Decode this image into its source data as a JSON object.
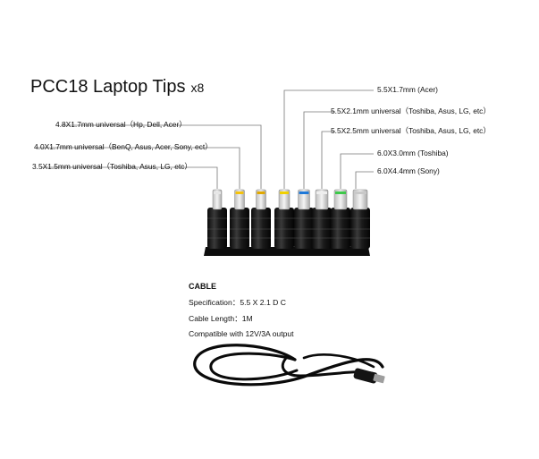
{
  "title": {
    "text": "PCC18 Laptop Tips",
    "qty": "x8"
  },
  "tips": [
    {
      "label": "3.5X1.5mm universal（Toshiba, Asus, LG, etc）",
      "band": "#e6e6e6"
    },
    {
      "label": "4.0X1.7mm universal（BenQ, Asus, Acer, Sony, ect）",
      "band": "#f4c20d"
    },
    {
      "label": "4.8X1.7mm universal（Hp, Dell, Acer）",
      "band": "#e0a800"
    },
    {
      "label": "5.5X1.7mm (Acer)",
      "band": "#f0d000"
    },
    {
      "label": "5.5X2.1mm universal（Toshiba, Asus, LG, etc）",
      "band": "#1e78d8"
    },
    {
      "label": "5.5X2.5mm universal（Toshiba, Asus, LG, etc）",
      "band": "#eeeeee"
    },
    {
      "label": "6.0X3.0mm (Toshiba)",
      "band": "#3ec94b"
    },
    {
      "label": "6.0X4.4mm (Sony)",
      "band": "#c8c8c8"
    }
  ],
  "cable": {
    "heading": "CABLE",
    "specification": "Specification：5.5 X 2.1  D C",
    "length": "Cable Length：1M",
    "compat": "Compatible with 12V/3A output"
  }
}
